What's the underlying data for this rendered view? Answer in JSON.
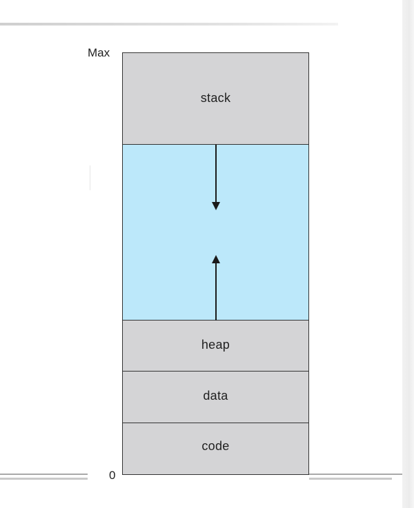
{
  "diagram": {
    "addresses": {
      "max": "Max",
      "zero": "0"
    },
    "segments": {
      "stack": "stack",
      "heap": "heap",
      "data": "data",
      "code": "code"
    },
    "colors": {
      "segment_fill": "#d4d4d6",
      "free_space_fill": "#bce8fa",
      "border": "#333333",
      "arrow": "#1a1a1a"
    }
  }
}
